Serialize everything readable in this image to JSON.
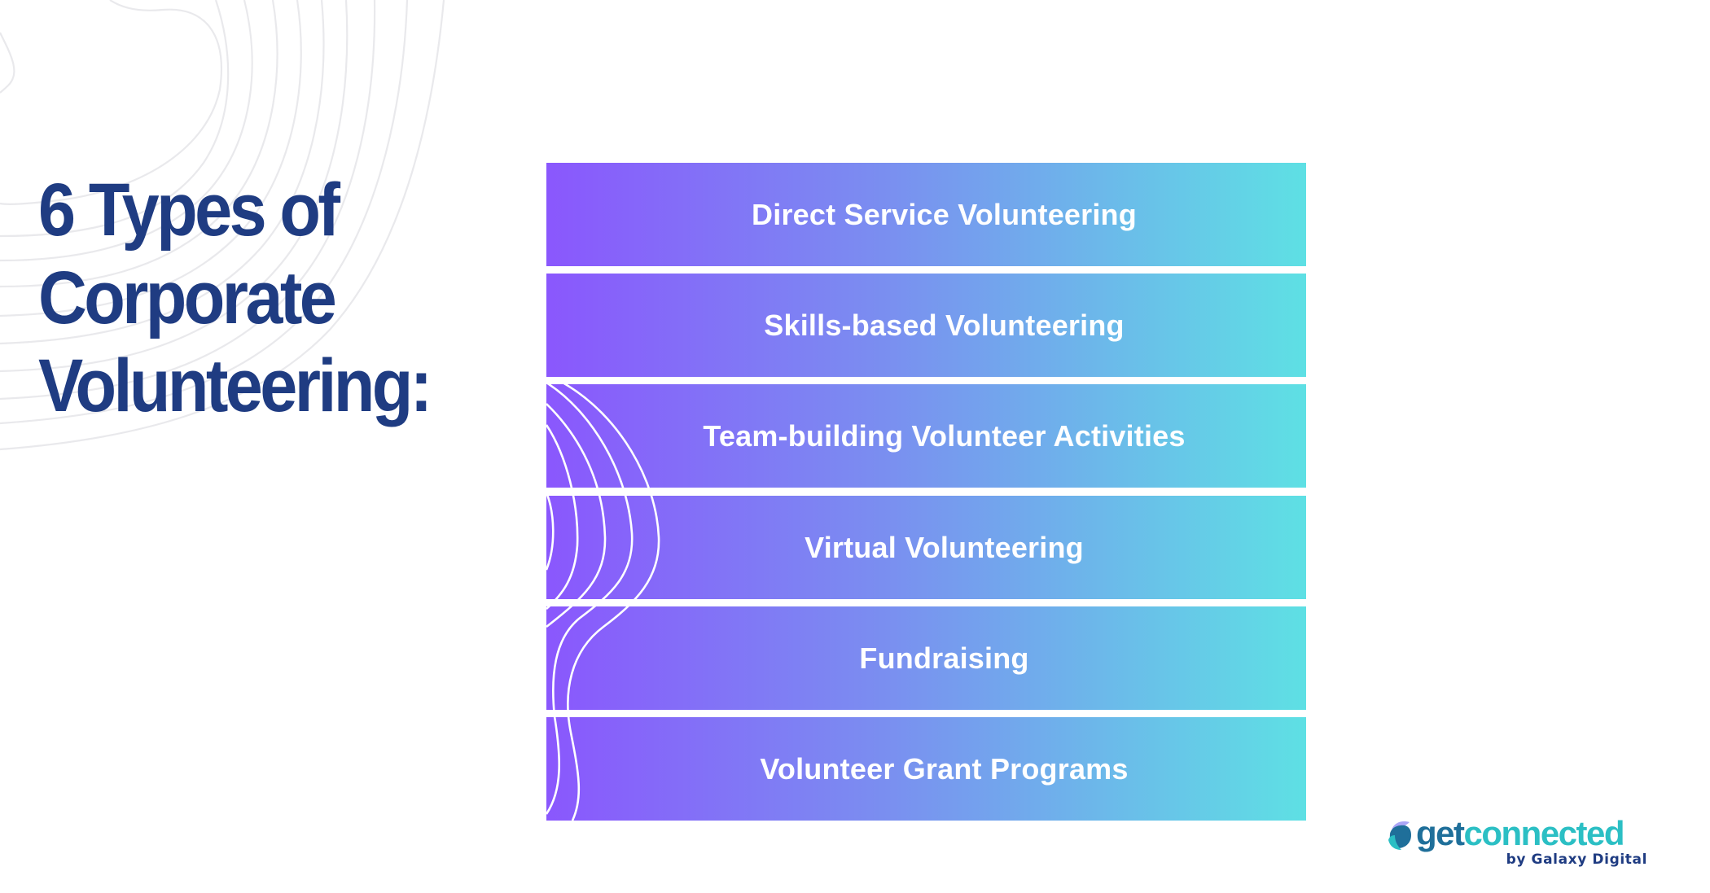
{
  "title": {
    "lines": [
      "6 Types of",
      "Corporate",
      "Volunteering:"
    ],
    "color": "#1f3c82"
  },
  "list": {
    "gradient": {
      "start": "#8a57fd",
      "middle": "#7a8ff0",
      "end": "#5ee0e4"
    },
    "items": [
      {
        "label": "Direct Service Volunteering"
      },
      {
        "label": "Skills-based Volunteering"
      },
      {
        "label": "Team-building Volunteer Activities"
      },
      {
        "label": "Virtual Volunteering"
      },
      {
        "label": "Fundraising"
      },
      {
        "label": "Volunteer Grant Programs"
      }
    ]
  },
  "logo": {
    "word_part1": "get",
    "word_part2": "connected",
    "tagline": "by Galaxy Digital",
    "colors": {
      "get": "#1f6f9a",
      "connected": "#2bbfc4",
      "tagline": "#1f3c82",
      "icon_top": "#a29bf5",
      "icon_mid": "#1f6f9a",
      "icon_bottom": "#2bbfc4"
    }
  }
}
